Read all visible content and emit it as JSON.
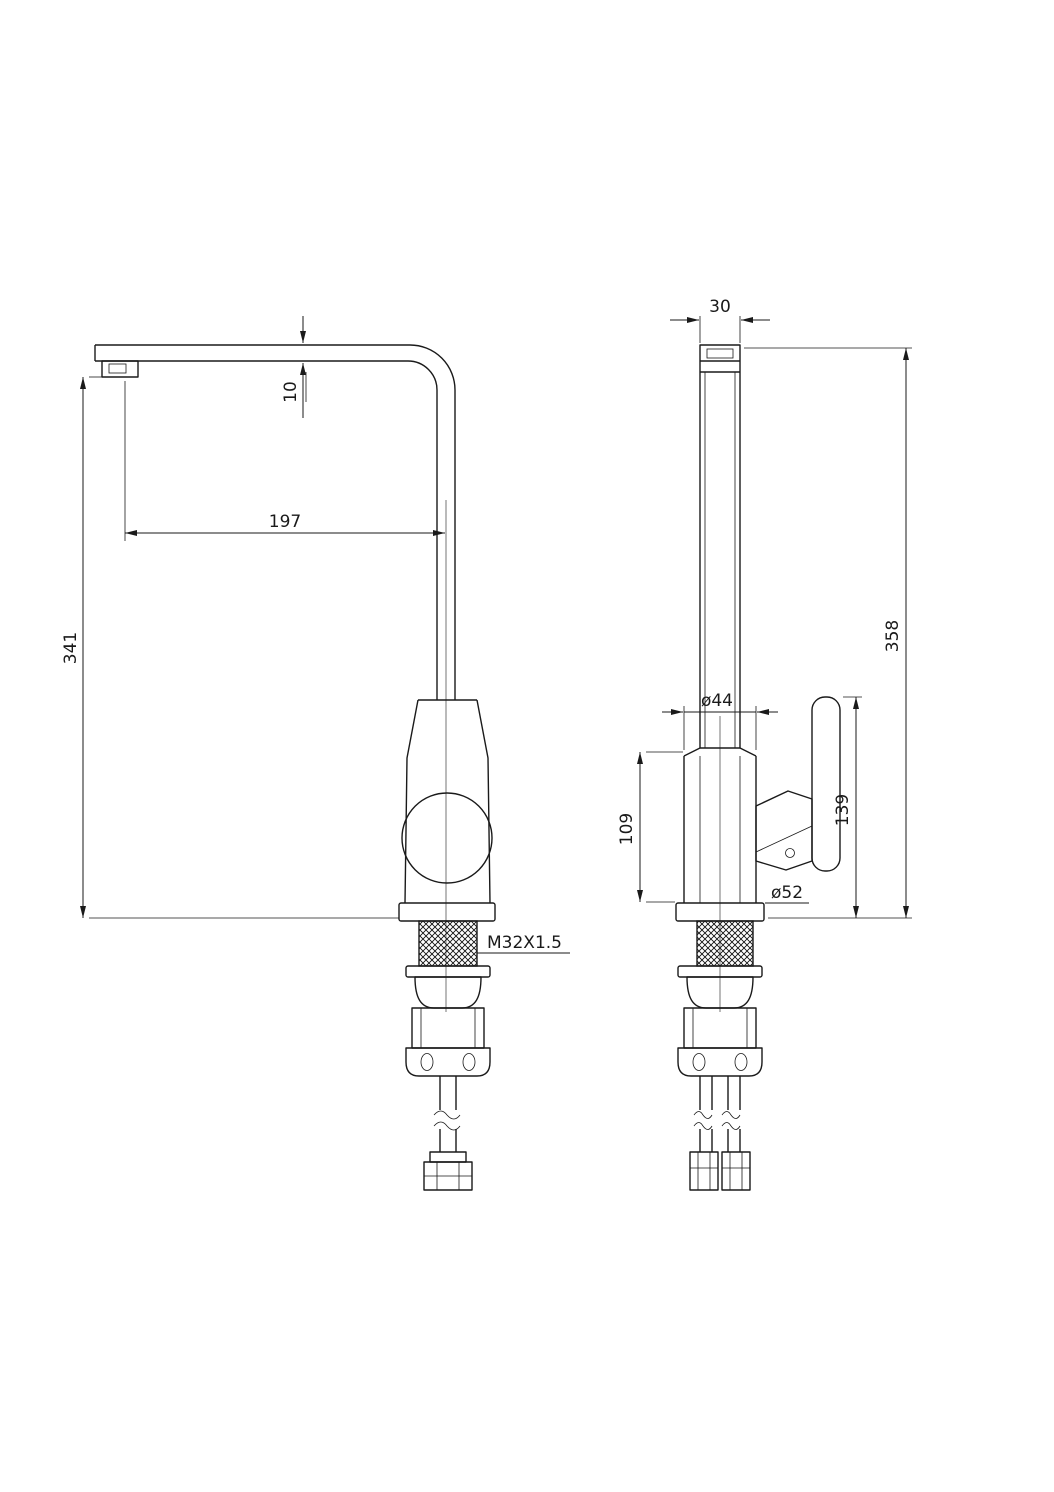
{
  "drawing": {
    "kind": "faucet-dimensional-drawing",
    "side_view": {
      "dims": {
        "thickness": "10",
        "reach": "197",
        "height": "341",
        "thread": "M32X1.5"
      }
    },
    "front_view": {
      "dims": {
        "width": "30",
        "total_height": "358",
        "body_dia": "ø44",
        "body_height": "109",
        "handle_height": "139",
        "base_dia": "ø52"
      }
    }
  }
}
